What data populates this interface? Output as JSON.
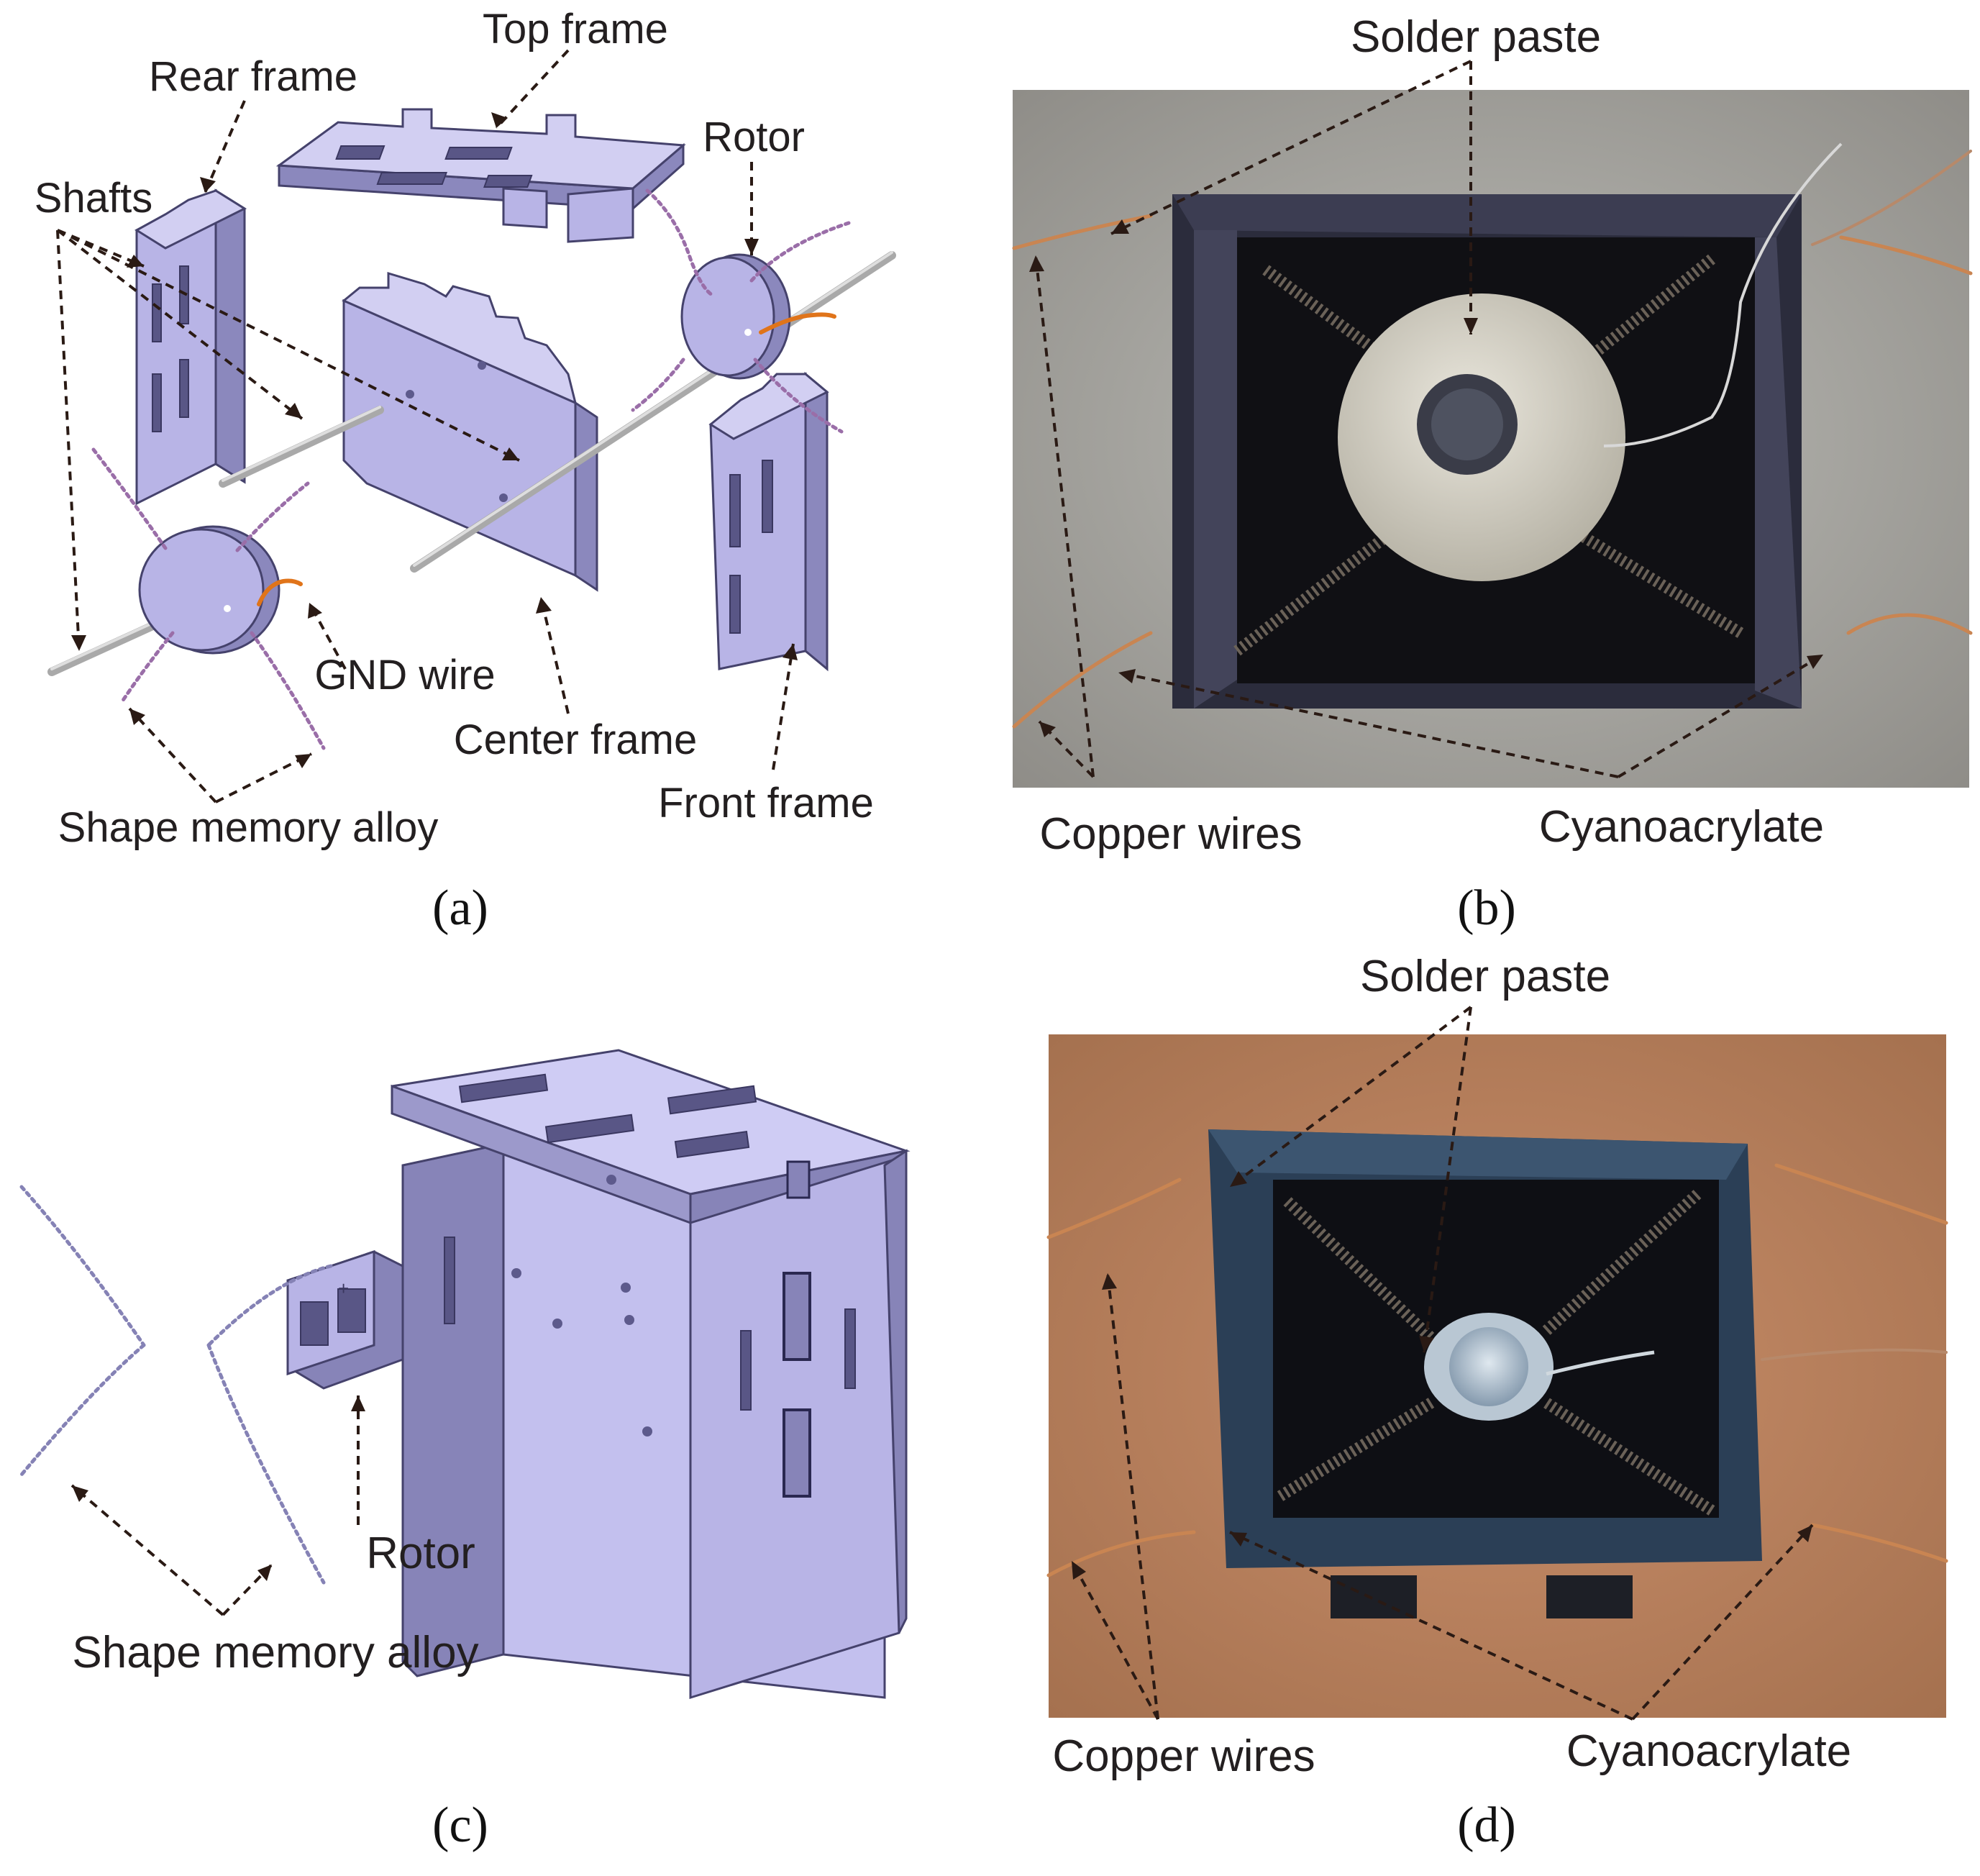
{
  "panels": {
    "a": {
      "caption": "(a)",
      "labels": {
        "top_frame": "Top frame",
        "rear_frame": "Rear frame",
        "shafts": "Shafts",
        "rotor": "Rotor",
        "gnd_wire": "GND wire",
        "center_frame": "Center frame",
        "front_frame": "Front frame",
        "sma": "Shape memory alloy"
      }
    },
    "b": {
      "caption": "(b)",
      "labels": {
        "solder_paste": "Solder paste",
        "copper_wires": "Copper wires",
        "cyanoacrylate": "Cyanoacrylate"
      }
    },
    "c": {
      "caption": "(c)",
      "labels": {
        "rotor": "Rotor",
        "sma": "Shape memory alloy"
      }
    },
    "d": {
      "caption": "(d)",
      "labels": {
        "solder_paste": "Solder paste",
        "copper_wires": "Copper wires",
        "cyanoacrylate": "Cyanoacrylate"
      }
    }
  },
  "colors": {
    "part_fill": "#b8b4e6",
    "part_edge": "#45426c",
    "sma_wire": "#9a6ea8",
    "gnd_wire": "#e0741a",
    "copper": "#c98552"
  }
}
